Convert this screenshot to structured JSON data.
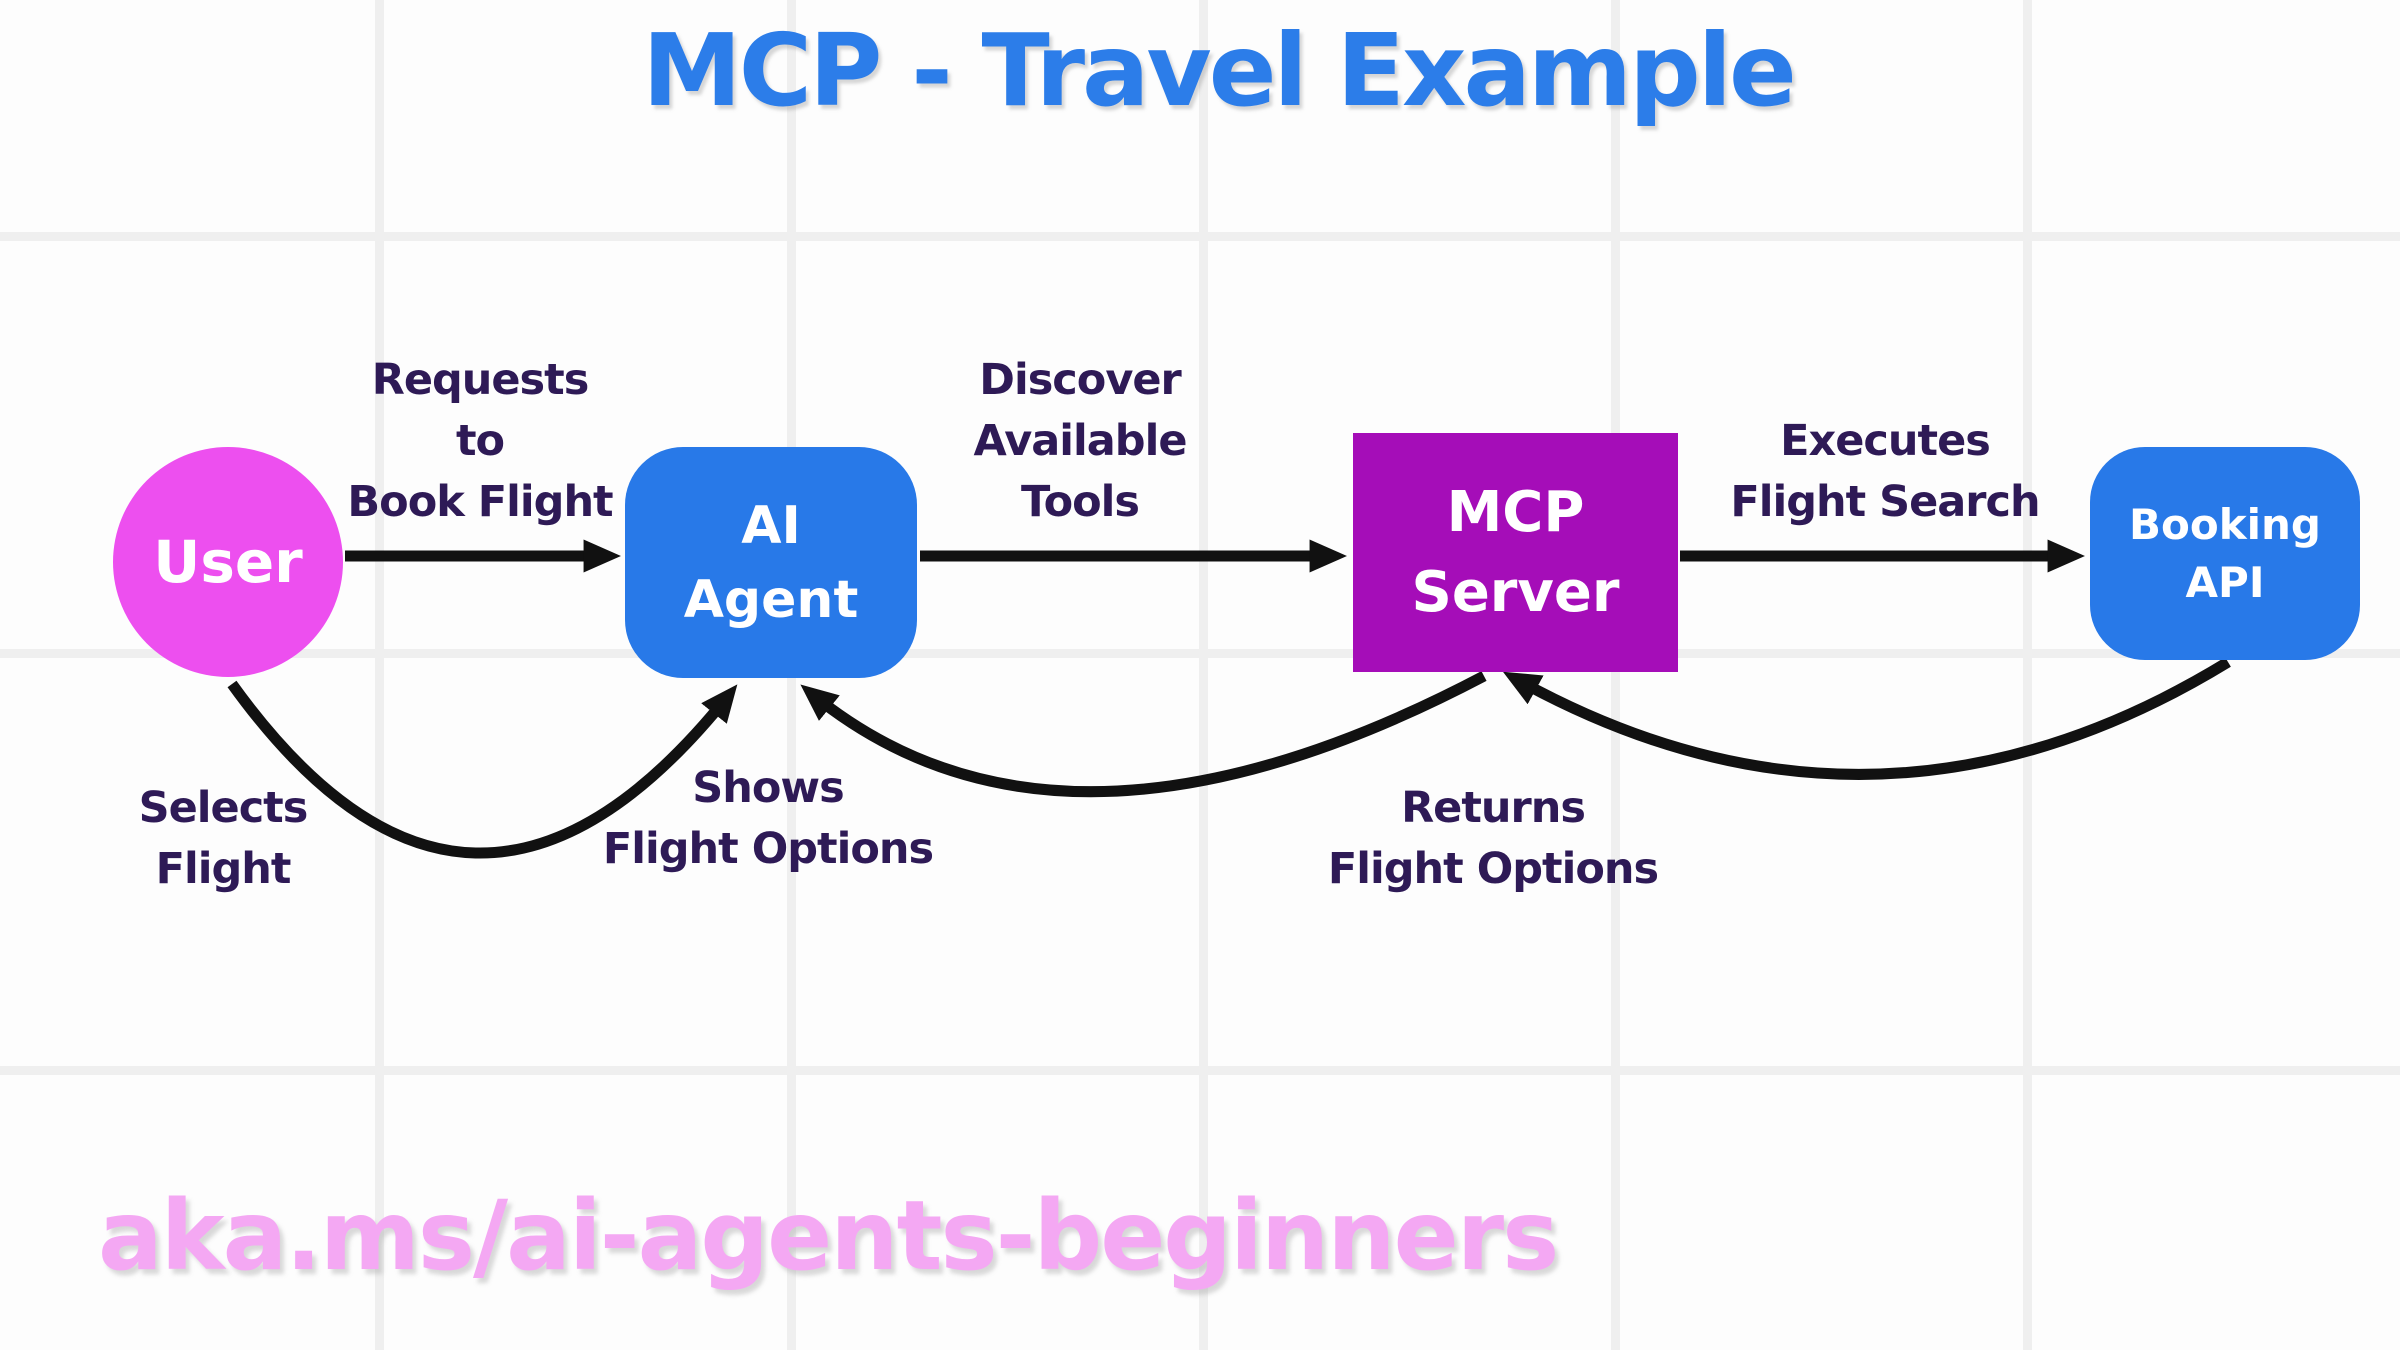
{
  "title": {
    "text": "MCP - Travel Example",
    "color": "#2C7DE9"
  },
  "nodes": {
    "user": {
      "label": "User",
      "shape": "circle",
      "color": "#ED4FEF",
      "text_color": "#FFFFFF"
    },
    "ai_agent": {
      "label": "AI\nAgent",
      "shape": "rounded-rect",
      "color": "#2879E8",
      "text_color": "#FFFFFF"
    },
    "mcp_server": {
      "label": "MCP\nServer",
      "shape": "rect",
      "color": "#A50DB8",
      "text_color": "#FFFFFF"
    },
    "booking_api": {
      "label": "Booking\nAPI",
      "shape": "rounded-rect",
      "color": "#2879E8",
      "text_color": "#FFFFFF"
    }
  },
  "edges": [
    {
      "from": "user",
      "to": "ai_agent",
      "style": "straight",
      "label": "Requests\nto\nBook Flight"
    },
    {
      "from": "ai_agent",
      "to": "mcp_server",
      "style": "straight",
      "label": "Discover\nAvailable\nTools"
    },
    {
      "from": "mcp_server",
      "to": "booking_api",
      "style": "straight",
      "label": "Executes\nFlight Search"
    },
    {
      "from": "user",
      "to": "ai_agent",
      "style": "curved",
      "label": "Selects\nFlight"
    },
    {
      "from": "mcp_server",
      "to": "ai_agent",
      "style": "curved",
      "label": "Shows\nFlight Options"
    },
    {
      "from": "booking_api",
      "to": "mcp_server",
      "style": "curved",
      "label": "Returns\nFlight Options"
    }
  ],
  "footer": {
    "text": "aka.ms/ai-agents-beginners",
    "color": "#F4A8F3"
  },
  "colors": {
    "background": "#FDFDFD",
    "grid_line": "#EFEFEF",
    "arrow": "#111111",
    "label_text": "#2E1A56"
  }
}
